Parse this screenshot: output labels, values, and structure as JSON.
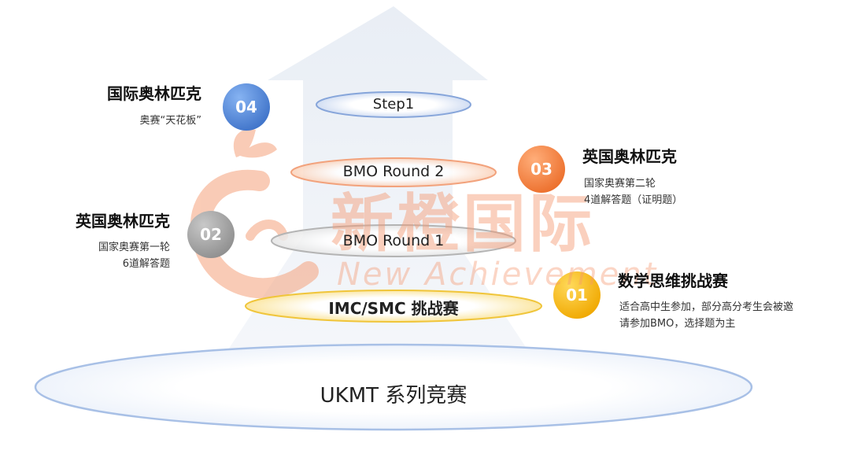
{
  "watermark": {
    "cn": "新橙国际",
    "en": "New Achievement"
  },
  "rings": {
    "base": "UKMT  系列竞赛",
    "imc": "IMC/SMC  挑战赛",
    "bmo1": "BMO  Round  1",
    "bmo2": "BMO  Round  2",
    "step": "Step1"
  },
  "levels": [
    {
      "number": "01",
      "title": "数学思维挑战赛",
      "desc": [
        "适合高中生参加，部分高分考生会被邀",
        "请参加BMO，选择题为主"
      ],
      "color": "#f5b81c"
    },
    {
      "number": "02",
      "title": "英国奥林匹克",
      "desc": [
        "国家奥赛第一轮",
        "6道解答题"
      ],
      "color": "#a9a9a9"
    },
    {
      "number": "03",
      "title": "英国奥林匹克",
      "desc": [
        "国家奥赛第二轮",
        "4道解答题（证明题）"
      ],
      "color": "#f08a4b"
    },
    {
      "number": "04",
      "title": "国际奥林匹克",
      "desc": [
        "奥赛“天花板”"
      ],
      "color": "#4f86d6"
    }
  ]
}
